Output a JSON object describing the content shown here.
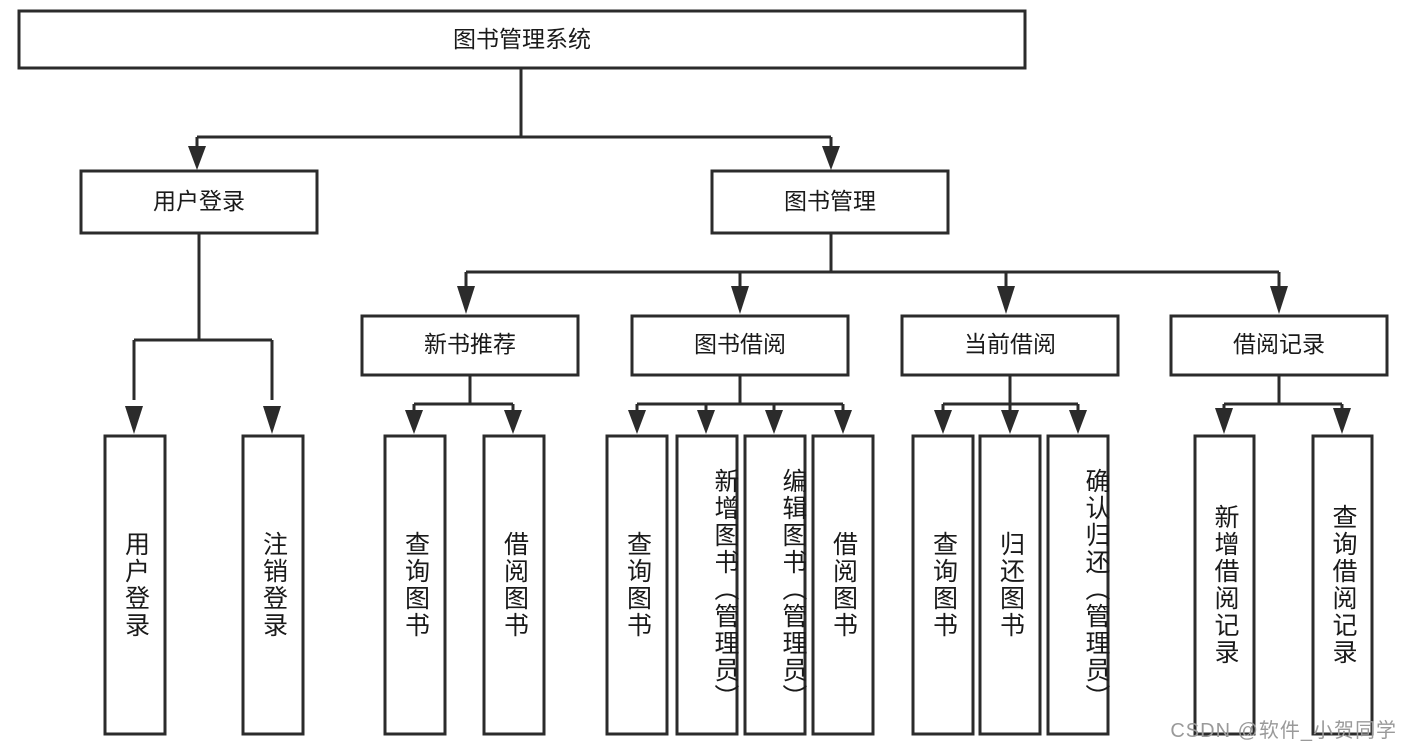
{
  "diagram": {
    "type": "tree-flowchart",
    "title": "图书管理系统",
    "watermark": "CSDN @软件_小贺同学",
    "colors": {
      "stroke": "#2b2b2b",
      "fill": "#ffffff",
      "text": "#1a1a1a",
      "watermark": "#9a9a9a",
      "background": "#ffffff"
    },
    "root": {
      "label": "图书管理系统"
    },
    "level2": [
      {
        "label": "用户登录"
      },
      {
        "label": "图书管理"
      }
    ],
    "level3": [
      {
        "label": "新书推荐"
      },
      {
        "label": "图书借阅"
      },
      {
        "label": "当前借阅"
      },
      {
        "label": "借阅记录"
      }
    ],
    "leaves": {
      "user_login": [
        {
          "label": "用户登录"
        },
        {
          "label": "注销登录"
        }
      ],
      "new_book_recommend": [
        {
          "label": "查询图书"
        },
        {
          "label": "借阅图书"
        }
      ],
      "book_borrow": [
        {
          "label": "查询图书"
        },
        {
          "label": "新增图书（管理员）"
        },
        {
          "label": "编辑图书（管理员）"
        },
        {
          "label": "借阅图书"
        }
      ],
      "current_borrow": [
        {
          "label": "查询图书"
        },
        {
          "label": "归还图书"
        },
        {
          "label": "确认归还（管理员）"
        }
      ],
      "borrow_records": [
        {
          "label": "新增借阅记录"
        },
        {
          "label": "查询借阅记录"
        }
      ]
    }
  }
}
